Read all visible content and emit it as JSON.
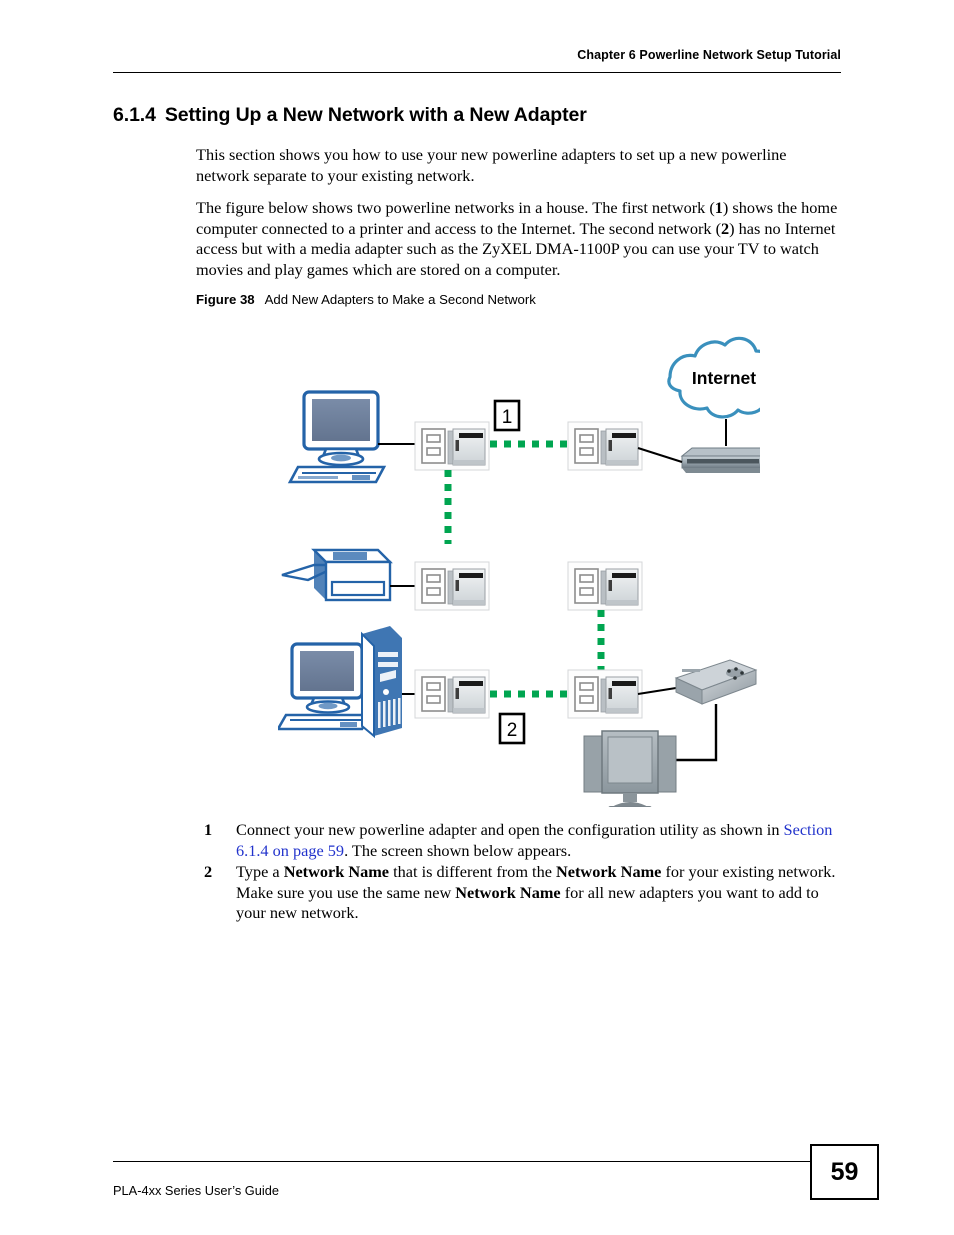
{
  "header": {
    "running_head": "Chapter 6 Powerline Network Setup Tutorial"
  },
  "section": {
    "number": "6.1.4",
    "title": "Setting Up a New Network with a New Adapter"
  },
  "paragraphs": {
    "p1": "This section shows you how to use your new powerline adapters to set up a new powerline network separate to your existing network.",
    "p2_a": "The figure below shows two powerline networks in a house. The first network (",
    "p2_b1": "1",
    "p2_c": ") shows the home computer connected to a printer and access to the Internet. The second network (",
    "p2_b2": "2",
    "p2_d": ") has no Internet access but with a media adapter such as the ZyXEL DMA-1100P you can use your TV to watch movies and play games which are stored on a computer."
  },
  "figure": {
    "label": "Figure 38",
    "title": "Add New Adapters to Make a Second Network",
    "cloud_label": "Internet",
    "callout_1": "1",
    "callout_2": "2",
    "colors": {
      "cloud_outline": "#2f89b8",
      "device_blue": "#1f5fa8",
      "screen_fill": "#6f819e",
      "powerline_green": "#00a550",
      "adapter_grey": "#d9dde0",
      "router_grey": "#8e9aa4",
      "tv_grey": "#9aa3a8",
      "media_adapter_grey": "#b6bcc2",
      "wire_black": "#000000"
    },
    "nodes": [
      "home-computer",
      "powerline-adapter-1",
      "powerline-adapter-2",
      "router",
      "internet-cloud",
      "printer",
      "powerline-adapter-3",
      "powerline-adapter-4",
      "desktop-computer",
      "powerline-adapter-5",
      "powerline-adapter-6",
      "media-adapter",
      "television"
    ]
  },
  "steps": [
    {
      "num": "1",
      "text_a": "Connect your new powerline adapter and open the configuration utility as shown in ",
      "link": "Section 6.1.4 on page 59",
      "text_b": ". The screen shown below appears."
    },
    {
      "num": "2",
      "text_a": "Type a ",
      "bold1": "Network Name",
      "text_b": " that is different from the ",
      "bold2": "Network Name",
      "text_c": " for your existing network. Make sure you use the same new ",
      "bold3": "Network Name",
      "text_d": " for all new adapters you want to add to your new network."
    }
  ],
  "footer": {
    "guide_title": "PLA-4xx Series User’s Guide",
    "page_number": "59"
  }
}
